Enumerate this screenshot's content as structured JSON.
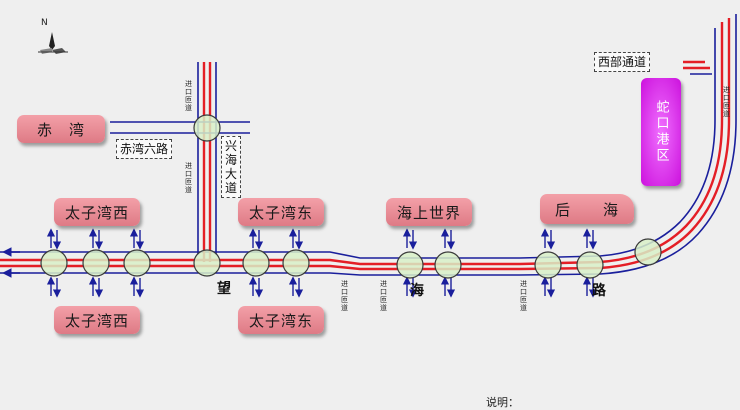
{
  "labels": {
    "chiwan": "赤　湾",
    "taiziwan_xi_top": "太子湾西",
    "taiziwan_dong_top": "太子湾东",
    "haishang_shijie": "海上世界",
    "houhai": "后　　海",
    "taiziwan_xi_bottom": "太子湾西",
    "taiziwan_dong_bottom": "太子湾东",
    "magenta_box": "蛇口港区"
  },
  "boxes": {
    "chiwan_liulu": "赤湾六路",
    "xingai_dadao": "兴海大道",
    "xibu_tongdao": "西部通道"
  },
  "road_chars": {
    "wang": "望",
    "hai": "海",
    "lu": "路"
  },
  "ramp_text": {
    "text": "进口匝道"
  },
  "note": "说明：",
  "compass": {
    "label": "N",
    "icon": "compass-icon"
  },
  "colors": {
    "background": "#efefef",
    "road_red": "#e41e26",
    "road_blue": "#1a1f9c",
    "node_fill": "#d8f0c8",
    "label_pink": "#e88a94",
    "magenta": "#dd22ee"
  }
}
